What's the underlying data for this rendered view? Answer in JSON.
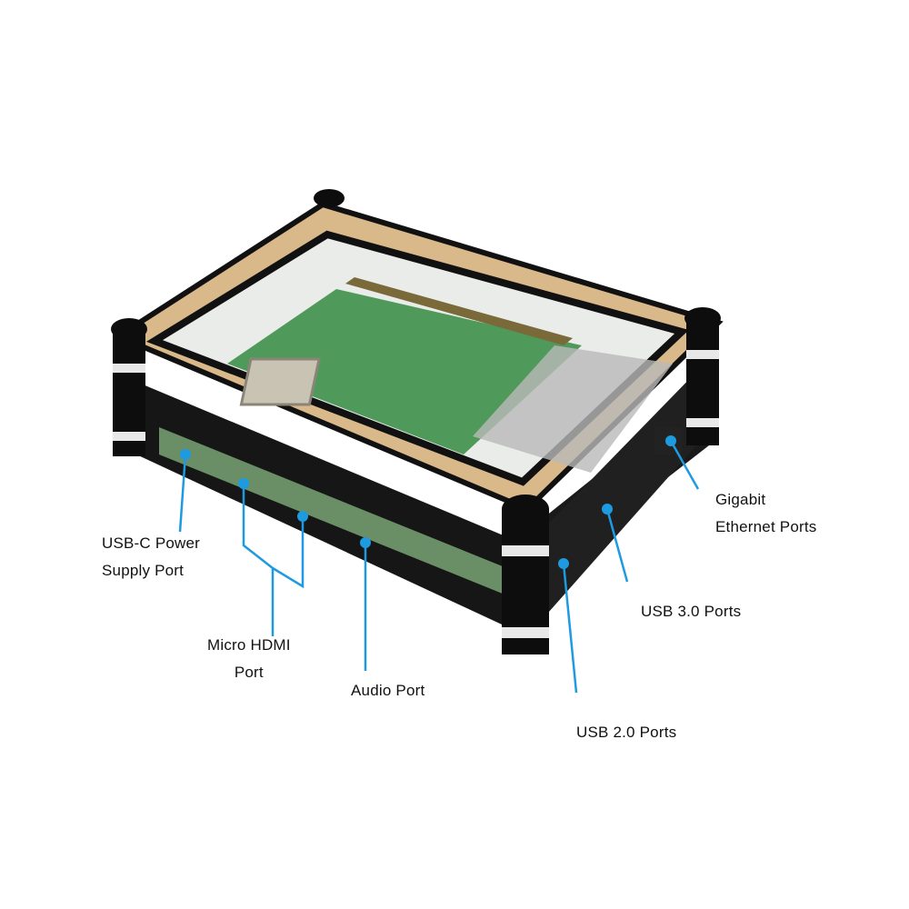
{
  "callouts": {
    "usbc": {
      "line1": "USB-C Power",
      "line2": "Supply Port"
    },
    "hdmi": {
      "line1": "Micro HDMI",
      "line2": "Port"
    },
    "audio": {
      "line1": "Audio Port"
    },
    "usb2": {
      "line1": "USB  2.0 Ports"
    },
    "usb3": {
      "line1": "USB  3.0 Ports"
    },
    "ethernet": {
      "line1": "Gigabit",
      "line2": "Ethernet Ports"
    }
  },
  "colors": {
    "callout_line": "#1e9be0",
    "wood": "#d9b98a",
    "acrylic_black": "#111111",
    "pcb": "#4f9a5a"
  }
}
